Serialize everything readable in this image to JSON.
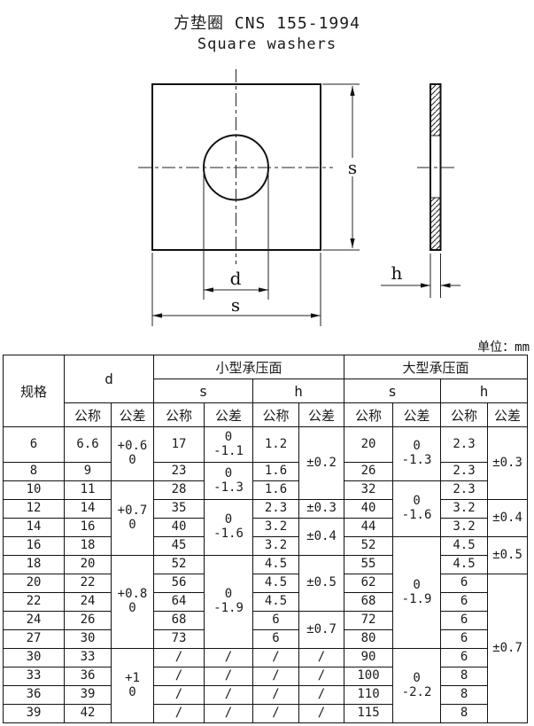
{
  "title": "方垫圈 CNS 155-1994",
  "subtitle": "Square washers",
  "unit_note": "单位：mm",
  "drawing": {
    "label_s_right": "s",
    "label_d": "d",
    "label_s_bottom": "s",
    "label_h": "h"
  },
  "table": {
    "headers": {
      "spec": "规格",
      "d": "d",
      "small_face": "小型承压面",
      "large_face": "大型承压面",
      "s": "s",
      "h": "h",
      "nominal": "公称",
      "tolerance": "公差"
    },
    "rows": [
      [
        {
          "t": "6"
        },
        {
          "t": "6.6"
        },
        {
          "t": "+0.6\n0",
          "rs": 2
        },
        {
          "t": "17"
        },
        {
          "t": "0\n-1.1"
        },
        {
          "t": "1.2"
        },
        {
          "t": "±0.2",
          "rs": 3
        },
        {
          "t": "20"
        },
        {
          "t": "0\n-1.3",
          "rs": 2
        },
        {
          "t": "2.3"
        },
        {
          "t": "±0.3",
          "rs": 3
        }
      ],
      [
        {
          "t": "8"
        },
        {
          "t": "9"
        },
        {
          "t": "23"
        },
        {
          "t": "0\n-1.3",
          "rs": 2
        },
        {
          "t": "1.6"
        },
        {
          "t": "26"
        },
        {
          "t": "2.3"
        }
      ],
      [
        {
          "t": "10"
        },
        {
          "t": "11"
        },
        {
          "t": "+0.7\n0",
          "rs": 4
        },
        {
          "t": "28"
        },
        {
          "t": "1.6"
        },
        {
          "t": "32"
        },
        {
          "t": "0\n-1.6",
          "rs": 3
        },
        {
          "t": "2.3"
        }
      ],
      [
        {
          "t": "12"
        },
        {
          "t": "14"
        },
        {
          "t": "35"
        },
        {
          "t": "0\n-1.6",
          "rs": 3
        },
        {
          "t": "2.3"
        },
        {
          "t": "±0.3"
        },
        {
          "t": "40"
        },
        {
          "t": "3.2"
        },
        {
          "t": "±0.4",
          "rs": 2
        }
      ],
      [
        {
          "t": "14"
        },
        {
          "t": "16"
        },
        {
          "t": "40"
        },
        {
          "t": "3.2"
        },
        {
          "t": "±0.4",
          "rs": 2
        },
        {
          "t": "44"
        },
        {
          "t": "3.2"
        }
      ],
      [
        {
          "t": "16"
        },
        {
          "t": "18"
        },
        {
          "t": "45"
        },
        {
          "t": "3.2"
        },
        {
          "t": "52"
        },
        {
          "t": "0\n-1.9",
          "rs": 6
        },
        {
          "t": "4.5"
        },
        {
          "t": "±0.5",
          "rs": 2
        }
      ],
      [
        {
          "t": "18"
        },
        {
          "t": "20"
        },
        {
          "t": "+0.8\n0",
          "rs": 5
        },
        {
          "t": "52"
        },
        {
          "t": "0\n-1.9",
          "rs": 5
        },
        {
          "t": "4.5"
        },
        {
          "t": "±0.5",
          "rs": 3
        },
        {
          "t": "55"
        },
        {
          "t": "4.5"
        }
      ],
      [
        {
          "t": "20"
        },
        {
          "t": "22"
        },
        {
          "t": "56"
        },
        {
          "t": "4.5"
        },
        {
          "t": "62"
        },
        {
          "t": "6"
        },
        {
          "t": "±0.7",
          "rs": 8
        }
      ],
      [
        {
          "t": "22"
        },
        {
          "t": "24"
        },
        {
          "t": "64"
        },
        {
          "t": "4.5"
        },
        {
          "t": "68"
        },
        {
          "t": "6"
        }
      ],
      [
        {
          "t": "24"
        },
        {
          "t": "26"
        },
        {
          "t": "68"
        },
        {
          "t": "6"
        },
        {
          "t": "±0.7",
          "rs": 2
        },
        {
          "t": "72"
        },
        {
          "t": "6"
        }
      ],
      [
        {
          "t": "27"
        },
        {
          "t": "30"
        },
        {
          "t": "73"
        },
        {
          "t": "6"
        },
        {
          "t": "80"
        },
        {
          "t": "6"
        }
      ],
      [
        {
          "t": "30"
        },
        {
          "t": "33"
        },
        {
          "t": "+1\n0",
          "rs": 4
        },
        {
          "t": "/"
        },
        {
          "t": "/"
        },
        {
          "t": "/"
        },
        {
          "t": "/"
        },
        {
          "t": "90"
        },
        {
          "t": "0\n-2.2",
          "rs": 4
        },
        {
          "t": "6"
        }
      ],
      [
        {
          "t": "33"
        },
        {
          "t": "36"
        },
        {
          "t": "/"
        },
        {
          "t": "/"
        },
        {
          "t": "/"
        },
        {
          "t": "/"
        },
        {
          "t": "100"
        },
        {
          "t": "8"
        }
      ],
      [
        {
          "t": "36"
        },
        {
          "t": "39"
        },
        {
          "t": "/"
        },
        {
          "t": "/"
        },
        {
          "t": "/"
        },
        {
          "t": "/"
        },
        {
          "t": "110"
        },
        {
          "t": "8"
        }
      ],
      [
        {
          "t": "39"
        },
        {
          "t": "42"
        },
        {
          "t": "/"
        },
        {
          "t": "/"
        },
        {
          "t": "/"
        },
        {
          "t": "/"
        },
        {
          "t": "115"
        },
        {
          "t": "8"
        }
      ]
    ]
  }
}
